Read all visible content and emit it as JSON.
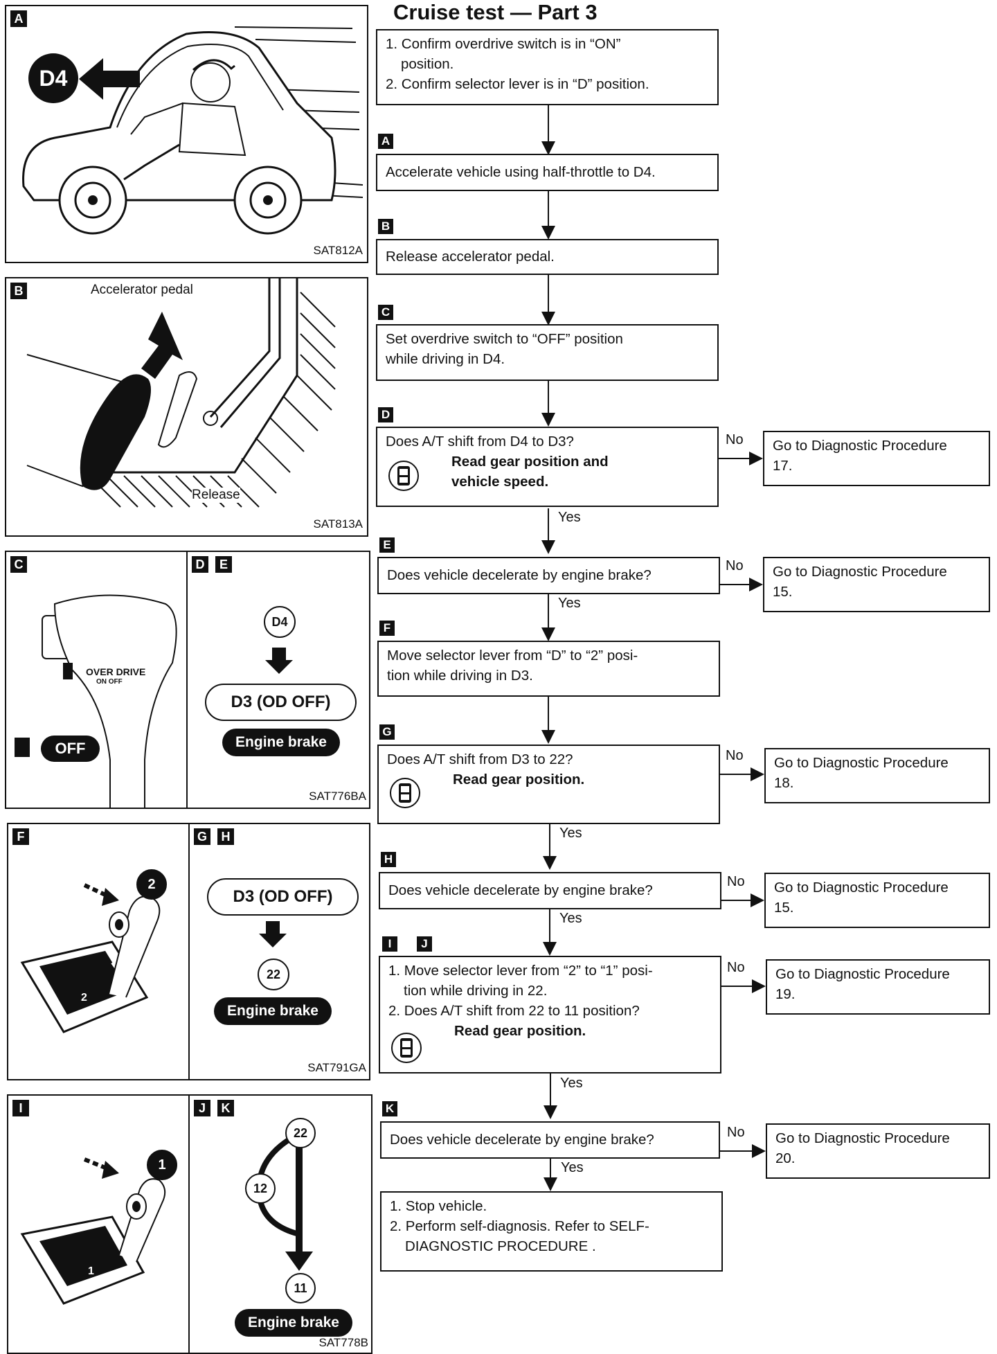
{
  "title": "Cruise test — Part 3",
  "panels": {
    "a": {
      "tag": "A",
      "code": "SAT812A",
      "d4_label": "D4"
    },
    "b": {
      "tag": "B",
      "code": "SAT813A",
      "pedal_label": "Accelerator pedal",
      "release_label": "Release"
    },
    "c": {
      "tag": "C",
      "overdrive_label": "OVER DRIVE",
      "onoff_label": "ON  OFF",
      "off_label": "OFF"
    },
    "de": {
      "tags": [
        "D",
        "E"
      ],
      "code": "SAT776BA",
      "d4": "D4",
      "d3od": "D3 (OD OFF)",
      "engine_brake": "Engine brake"
    },
    "f": {
      "tag": "F",
      "two": "2",
      "gate": "2"
    },
    "gh": {
      "tags": [
        "G",
        "H"
      ],
      "code": "SAT791GA",
      "d3od": "D3 (OD OFF)",
      "two2": "22",
      "engine_brake": "Engine brake"
    },
    "i": {
      "tag": "I",
      "one": "1",
      "gate": "1"
    },
    "jk": {
      "tags": [
        "J",
        "K"
      ],
      "code": "SAT778B",
      "two2": "22",
      "one2": "12",
      "one1": "11",
      "engine_brake": "Engine brake"
    }
  },
  "flow": {
    "step0": {
      "line1": "1. Confirm overdrive switch is in “ON”",
      "line2": "position.",
      "line3": "2. Confirm selector lever is in “D” position."
    },
    "stepA": {
      "tag": "A",
      "text": "Accelerate vehicle using half-throttle to D4."
    },
    "stepB": {
      "tag": "B",
      "text": "Release accelerator pedal."
    },
    "stepC": {
      "tag": "C",
      "line1": "Set overdrive switch to “OFF” position",
      "line2": "while driving in D4."
    },
    "stepD": {
      "tag": "D",
      "q": "Does A/T shift from D4 to D3?",
      "b1": "Read gear position and",
      "b2": "vehicle speed."
    },
    "stepE": {
      "tag": "E",
      "q": "Does vehicle decelerate by engine brake?"
    },
    "stepF": {
      "tag": "F",
      "line1": "Move selector lever from “D” to “2” posi-",
      "line2": "tion while driving in D3."
    },
    "stepG": {
      "tag": "G",
      "q": "Does A/T shift from D3 to 22?",
      "b1": "Read gear position."
    },
    "stepH": {
      "tag": "H",
      "q": "Does vehicle decelerate by engine brake?"
    },
    "stepIJ": {
      "tags": [
        "I",
        "J"
      ],
      "line1": "1. Move selector lever from “2” to “1” posi-",
      "line2": "tion while driving in 22.",
      "line3": "2. Does A/T shift from 22 to 11 position?",
      "b1": "Read gear position."
    },
    "stepK": {
      "tag": "K",
      "q": "Does vehicle decelerate by engine brake?"
    },
    "final": {
      "line1": "1. Stop vehicle.",
      "line2": "2. Perform self-diagnosis. Refer to SELF-",
      "line3": "DIAGNOSTIC PROCEDURE ."
    },
    "diag17": {
      "line1": "Go to Diagnostic Procedure",
      "line2": "17."
    },
    "diag15a": {
      "line1": "Go to Diagnostic Procedure",
      "line2": "15."
    },
    "diag18": {
      "line1": "Go to Diagnostic Procedure",
      "line2": "18."
    },
    "diag15b": {
      "line1": "Go to Diagnostic Procedure",
      "line2": "15."
    },
    "diag19": {
      "line1": "Go to Diagnostic Procedure",
      "line2": "19."
    },
    "diag20": {
      "line1": "Go to Diagnostic Procedure",
      "line2": "20."
    },
    "yes": "Yes",
    "no": "No"
  }
}
